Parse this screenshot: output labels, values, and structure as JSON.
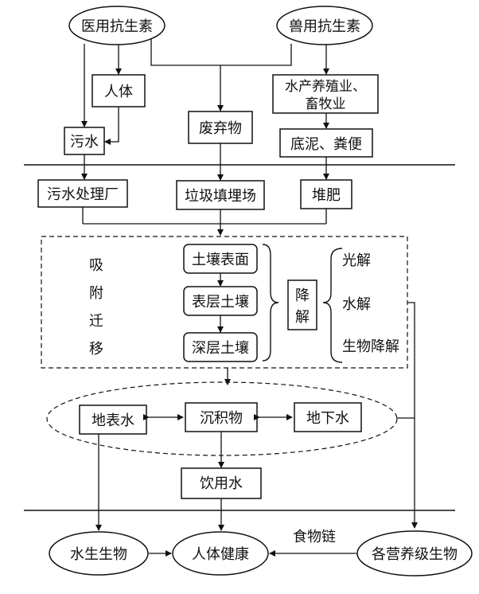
{
  "nodes": {
    "medical_antibiotics": "医用抗生素",
    "veterinary_antibiotics": "兽用抗生素",
    "human_body": "人体",
    "aquaculture_livestock_line1": "水产养殖业、",
    "aquaculture_livestock_line2": "畜牧业",
    "sewage": "污水",
    "waste": "废弃物",
    "sediment_manure": "底泥、粪便",
    "sewage_plant": "污水处理厂",
    "landfill": "垃圾填埋场",
    "compost": "堆肥",
    "soil_surface": "土壤表面",
    "surface_soil": "表层土壤",
    "deep_soil": "深层土壤",
    "surface_water": "地表水",
    "sediment": "沉积物",
    "groundwater": "地下水",
    "drinking_water": "饮用水",
    "aquatic_organisms": "水生生物",
    "human_health": "人体健康",
    "trophic_organisms": "各营养级生物"
  },
  "processes": {
    "adsorption_migration": [
      "吸",
      "附",
      "迁",
      "移"
    ],
    "degradation": [
      "降",
      "解"
    ],
    "degradation_types": [
      "光解",
      "水解",
      "生物降解"
    ],
    "food_chain": "食物链"
  }
}
